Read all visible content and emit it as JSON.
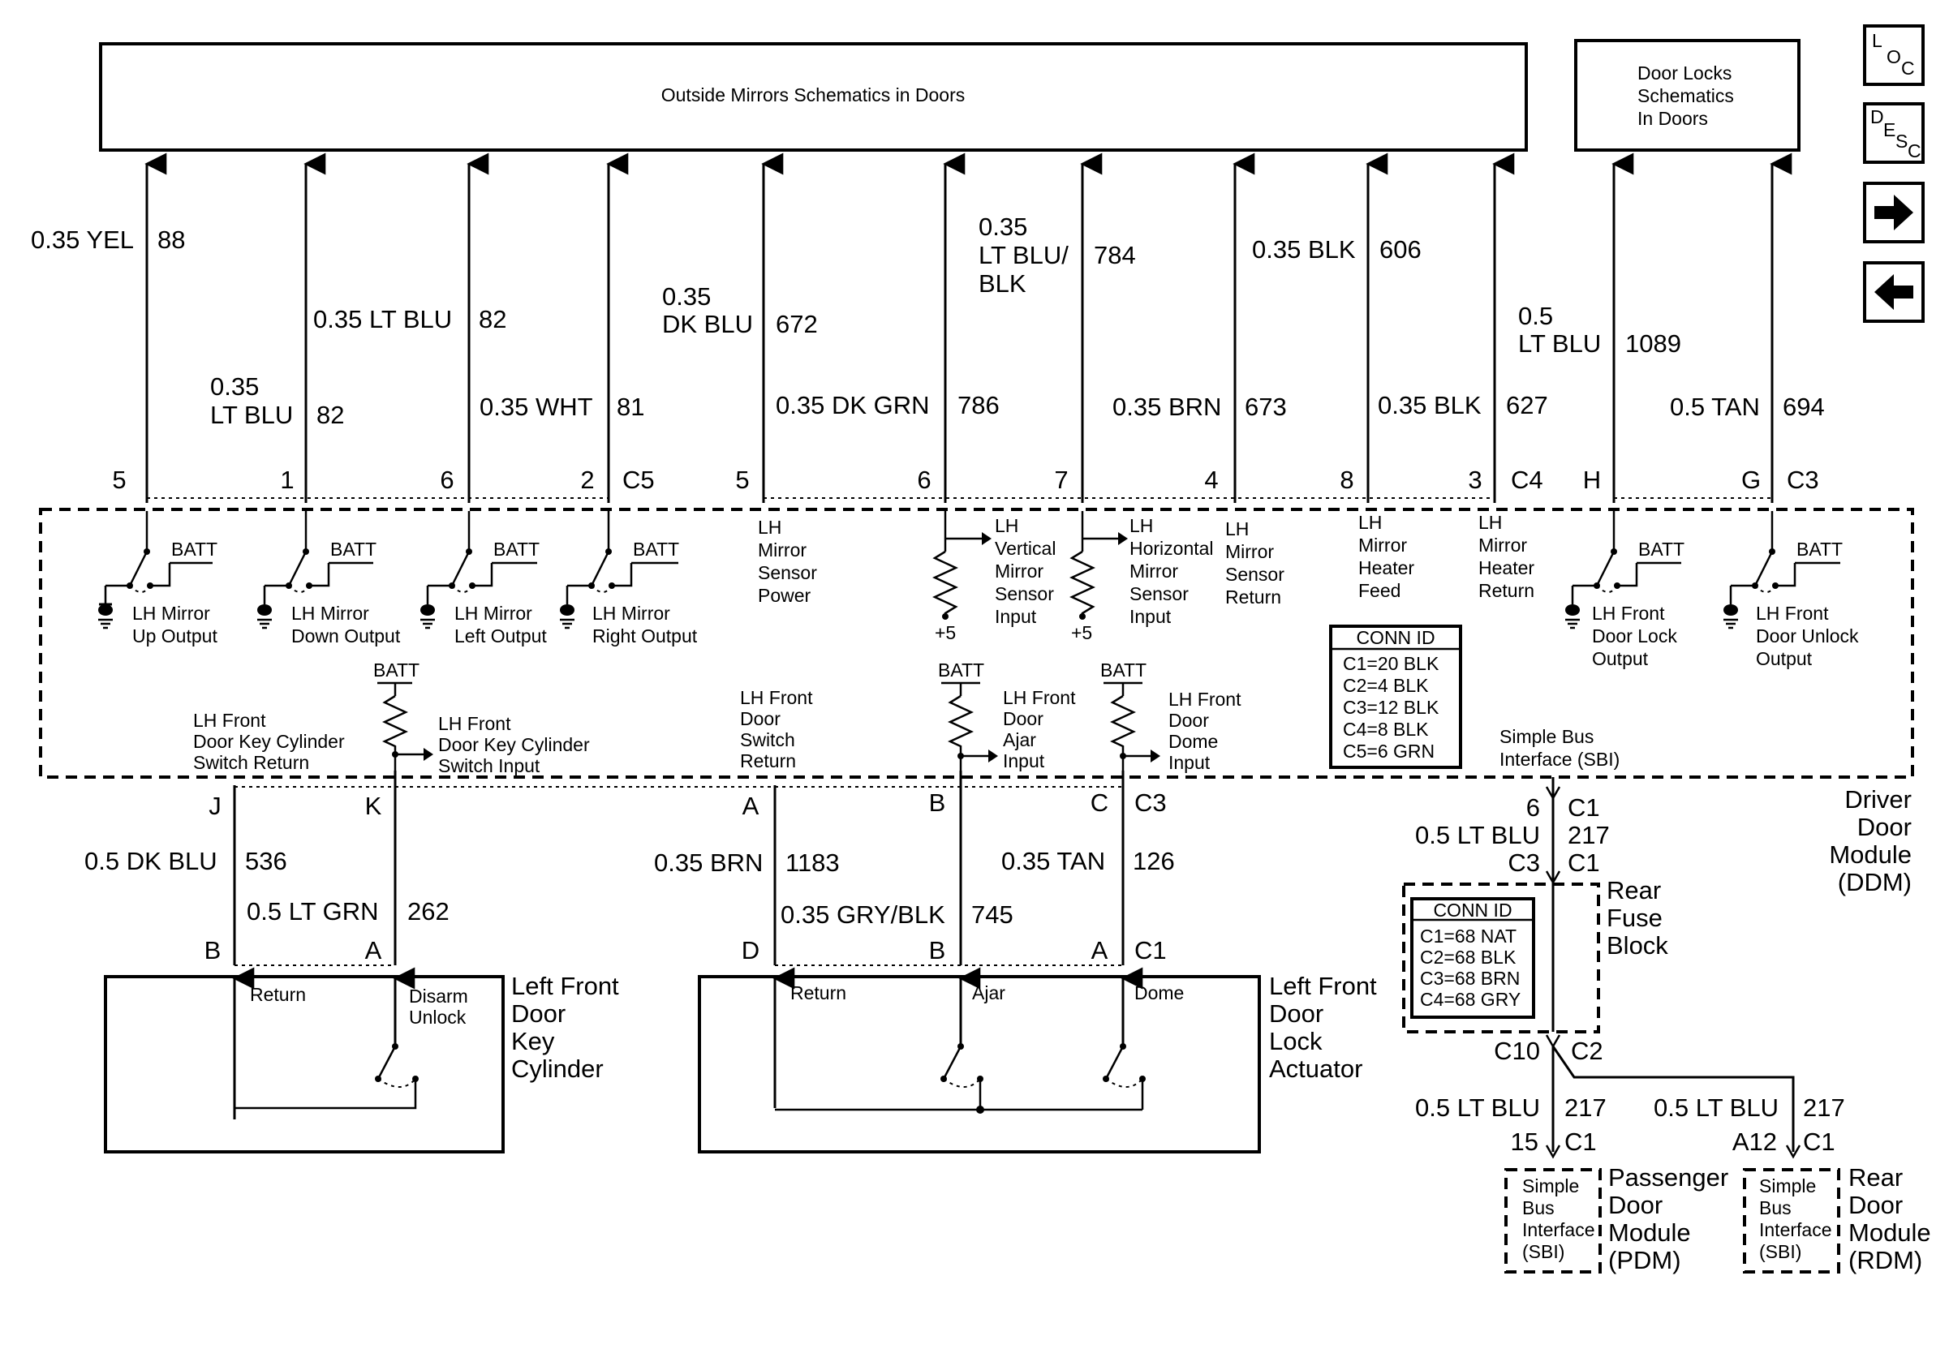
{
  "boxes": {
    "outside_mirrors": "Outside Mirrors Schematics in Doors",
    "door_locks": [
      "Door Locks",
      "Schematics",
      "In Doors"
    ]
  },
  "nav": {
    "loc": [
      "L",
      "O",
      "C"
    ],
    "desc": [
      "D",
      "E",
      "S",
      "C"
    ],
    "next_icon": "arrow-right-icon",
    "prev_icon": "arrow-left-icon"
  },
  "upper_wires": [
    {
      "gauge": "0.35 YEL",
      "circuit": "88",
      "pin": "5"
    },
    {
      "gauge": "0.35",
      "color": "LT BLU",
      "circuit": "82",
      "pin": "1"
    },
    {
      "gauge": "0.35 LT BLU",
      "circuit": "82"
    },
    {
      "gauge": "0.35 WHT",
      "circuit": "81",
      "pin": "6"
    },
    {
      "pin": "2",
      "connector": "C5"
    },
    {
      "gauge": "0.35",
      "color": "DK BLU",
      "circuit": "672",
      "pin": "5"
    },
    {
      "gauge": "0.35 DK GRN",
      "circuit": "786",
      "pin": "6"
    },
    {
      "gauge": "0.35",
      "color": "LT BLU/",
      "color2": "BLK",
      "circuit": "784",
      "pin": "7"
    },
    {
      "gauge": "0.35 BRN",
      "circuit": "673",
      "pin": "4"
    },
    {
      "gauge": "0.35 BLK",
      "circuit": "606",
      "pin": "8"
    },
    {
      "gauge": "0.35 BLK",
      "circuit": "627",
      "pin": "3",
      "connector": "C4"
    },
    {
      "gauge": "0.5",
      "color": "LT BLU",
      "circuit": "1089",
      "pin": "H"
    },
    {
      "gauge": "0.5 TAN",
      "circuit": "694",
      "pin": "G",
      "connector": "C3"
    }
  ],
  "module_labels": {
    "batt": "BATT",
    "plus5": "+5",
    "mirror_up": [
      "LH Mirror",
      "Up Output"
    ],
    "mirror_down": [
      "LH Mirror",
      "Down Output"
    ],
    "mirror_left": [
      "LH Mirror",
      "Left Output"
    ],
    "mirror_right": [
      "LH Mirror",
      "Right Output"
    ],
    "sensor_power": [
      "LH",
      "Mirror",
      "Sensor",
      "Power"
    ],
    "vertical_sensor": [
      "LH",
      "Vertical",
      "Mirror",
      "Sensor",
      "Input"
    ],
    "horizontal_sensor": [
      "LH",
      "Horizontal",
      "Mirror",
      "Sensor",
      "Input"
    ],
    "sensor_return": [
      "LH",
      "Mirror",
      "Sensor",
      "Return"
    ],
    "heater_feed": [
      "LH",
      "Mirror",
      "Heater",
      "Feed"
    ],
    "heater_return": [
      "LH",
      "Mirror",
      "Heater",
      "Return"
    ],
    "door_lock_output": [
      "LH Front",
      "Door Lock",
      "Output"
    ],
    "door_unlock_output": [
      "LH Front",
      "Door Unlock",
      "Output"
    ],
    "key_cyl_return": [
      "LH Front",
      "Door Key Cylinder",
      "Switch Return"
    ],
    "key_cyl_input": [
      "LH Front",
      "Door Key Cylinder",
      "Switch Input"
    ],
    "door_switch_return": [
      "LH Front",
      "Door",
      "Switch",
      "Return"
    ],
    "door_ajar_input": [
      "LH Front",
      "Door",
      "Ajar",
      "Input"
    ],
    "door_dome_input": [
      "LH Front",
      "Door",
      "Dome",
      "Input"
    ],
    "sbi": [
      "Simple Bus",
      "Interface (SBI)"
    ],
    "ddm_name": [
      "Driver",
      "Door",
      "Module",
      "(DDM)"
    ]
  },
  "conn_id_ddm": {
    "title": "CONN ID",
    "rows": [
      "C1=20 BLK",
      "C2=4 BLK",
      "C3=12 BLK",
      "C4=8 BLK",
      "C5=6 GRN"
    ]
  },
  "lower": {
    "pin_j": "J",
    "pin_k": "K",
    "pin_a": "A",
    "pin_b": "B",
    "pin_c": "C",
    "conn_c3": "C3",
    "wire_536": {
      "gauge": "0.5  DK BLU",
      "circuit": "536"
    },
    "wire_262": {
      "gauge": "0.5  LT GRN",
      "circuit": "262"
    },
    "wire_1183": {
      "gauge": "0.35 BRN",
      "circuit": "1183"
    },
    "wire_745": {
      "gauge": "0.35 GRY/BLK",
      "circuit": "745"
    },
    "wire_126": {
      "gauge": "0.35 TAN",
      "circuit": "126"
    },
    "key_pin_b": "B",
    "key_pin_a": "A",
    "act_pin_d": "D",
    "act_pin_b": "B",
    "act_pin_a": "A",
    "act_conn": "C1",
    "key_return": "Return",
    "key_disarm": [
      "Disarm",
      "Unlock"
    ],
    "key_cylinder_name": [
      "Left Front",
      "Door",
      "Key",
      "Cylinder"
    ],
    "act_return": "Return",
    "act_ajar": "Ajar",
    "act_dome": "Dome",
    "actuator_name": [
      "Left Front",
      "Door",
      "Lock",
      "Actuator"
    ]
  },
  "bus": {
    "pin_6": "6",
    "conn_c1": "C1",
    "wire_217": {
      "gauge": "0.5 LT BLU",
      "circuit": "217"
    },
    "conn_c3": "C3",
    "conn_c1b": "C1",
    "rear_fuse_name": [
      "Rear",
      "Fuse",
      "Block"
    ],
    "conn_id_title": "CONN ID",
    "conn_id_rows": [
      "C1=68 NAT",
      "C2=68 BLK",
      "C3=68 BRN",
      "C4=68 GRY"
    ],
    "conn_c10": "C10",
    "conn_c2": "C2",
    "pdm_wire": {
      "gauge": "0.5 LT BLU",
      "circuit": "217"
    },
    "rdm_wire": {
      "gauge": "0.5 LT BLU",
      "circuit": "217"
    },
    "pdm_pin": "15",
    "pdm_conn": "C1",
    "rdm_pin": "A12",
    "rdm_conn": "C1",
    "sbi_small": [
      "Simple",
      "Bus",
      "Interface",
      "(SBI)"
    ],
    "pdm_name": [
      "Passenger",
      "Door",
      "Module",
      "(PDM)"
    ],
    "rdm_name": [
      "Rear",
      "Door",
      "Module",
      "(RDM)"
    ]
  }
}
